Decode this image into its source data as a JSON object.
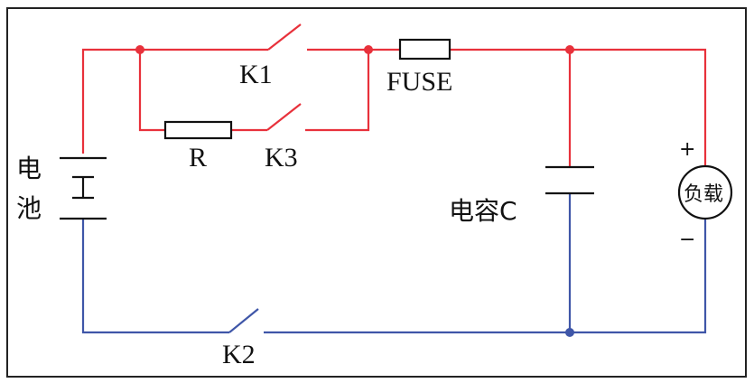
{
  "colors": {
    "positive_wire": "#e8313b",
    "negative_wire": "#3f56a8",
    "component": "#111111",
    "frame": "#222222"
  },
  "labels": {
    "battery_top": "电",
    "battery_bottom": "池",
    "k1": "K1",
    "k3": "K3",
    "resistor": "R",
    "fuse": "FUSE",
    "capacitor": "电容C",
    "load": "负载",
    "load_plus": "+",
    "load_minus": "−",
    "k2": "K2"
  }
}
